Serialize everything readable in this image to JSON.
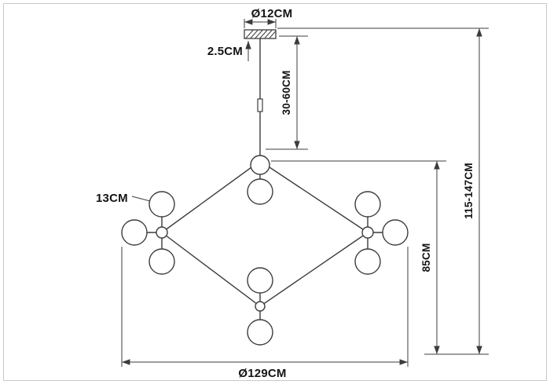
{
  "diagram": {
    "kind": "technical dimension drawing",
    "subject": "10-globe chandelier / pendant light fixture"
  },
  "labels": {
    "canopy_diameter": "Ø12CM",
    "canopy_height": "2.5CM",
    "rod_adjustment_range": "30-60CM",
    "overall_height_range": "115-147CM",
    "body_height": "85CM",
    "globe_diameter": "13CM",
    "overall_width": "Ø129CM"
  },
  "colors": {
    "line": "#3c3c3c",
    "text": "#141414",
    "border": "#c8c8c8",
    "background": "#ffffff"
  }
}
